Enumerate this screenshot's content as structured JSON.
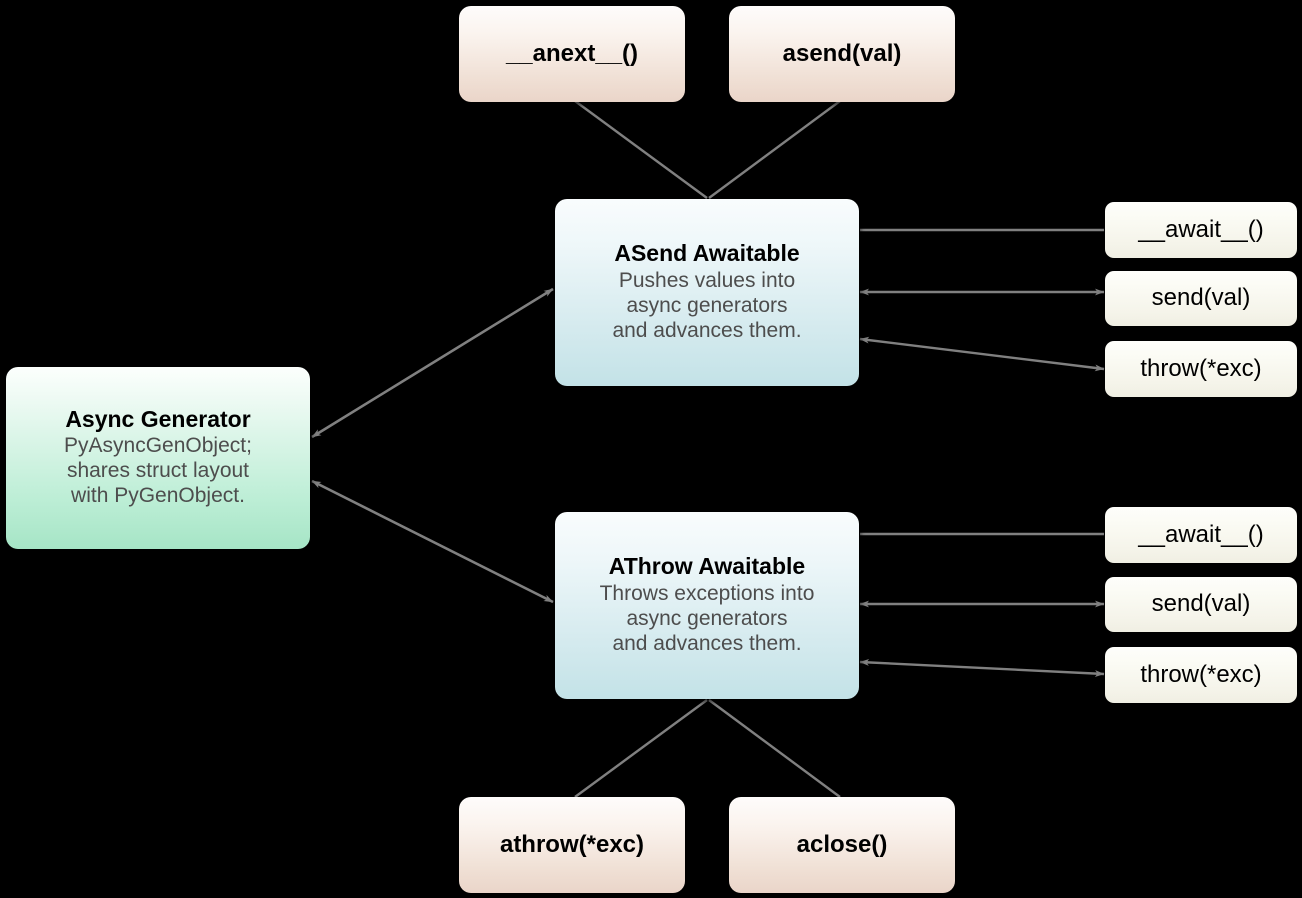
{
  "diagram": {
    "title": "Async Generator awaitables structure",
    "background": "#000000",
    "edge_color": "#808080",
    "palette": {
      "concept_generator": "#a6e5c6",
      "concept_awaitable": "#c3e2e7",
      "method_box": "#ead5c9",
      "pill_box": "#f0efe3",
      "title_text": "#000000",
      "desc_text": "#4d4d4d"
    }
  },
  "nodes": {
    "generator": {
      "title": "Async Generator",
      "desc": "PyAsyncGenObject;\nshares struct layout\nwith PyGenObject."
    },
    "asend": {
      "title": "ASend Awaitable",
      "desc": "Pushes values into\nasync generators\nand advances them."
    },
    "athrow": {
      "title": "AThrow Awaitable",
      "desc": "Throws exceptions into\nasync generators\nand advances them."
    },
    "top_methods": [
      {
        "label": "__anext__()"
      },
      {
        "label": "asend(val)"
      }
    ],
    "bottom_methods": [
      {
        "label": "athrow(*exc)"
      },
      {
        "label": "aclose()"
      }
    ],
    "asend_pills": [
      {
        "label": "__await__()"
      },
      {
        "label": "send(val)"
      },
      {
        "label": "throw(*exc)"
      }
    ],
    "athrow_pills": [
      {
        "label": "__await__()"
      },
      {
        "label": "send(val)"
      },
      {
        "label": "throw(*exc)"
      }
    ]
  },
  "edges": [
    {
      "from": "__anext__()",
      "to": "ASend Awaitable",
      "style": "plain"
    },
    {
      "from": "asend(val)",
      "to": "ASend Awaitable",
      "style": "plain"
    },
    {
      "from": "athrow(*exc)",
      "to": "AThrow Awaitable",
      "style": "plain"
    },
    {
      "from": "aclose()",
      "to": "AThrow Awaitable",
      "style": "plain"
    },
    {
      "from": "Async Generator",
      "to": "ASend Awaitable",
      "style": "bidirectional"
    },
    {
      "from": "Async Generator",
      "to": "AThrow Awaitable",
      "style": "bidirectional"
    },
    {
      "from": "ASend Awaitable",
      "to": "__await__()",
      "style": "plain"
    },
    {
      "from": "ASend Awaitable",
      "to": "send(val)",
      "style": "bidirectional"
    },
    {
      "from": "ASend Awaitable",
      "to": "throw(*exc)",
      "style": "bidirectional"
    },
    {
      "from": "AThrow Awaitable",
      "to": "__await__()",
      "style": "plain"
    },
    {
      "from": "AThrow Awaitable",
      "to": "send(val)",
      "style": "bidirectional"
    },
    {
      "from": "AThrow Awaitable",
      "to": "throw(*exc)",
      "style": "bidirectional"
    }
  ]
}
